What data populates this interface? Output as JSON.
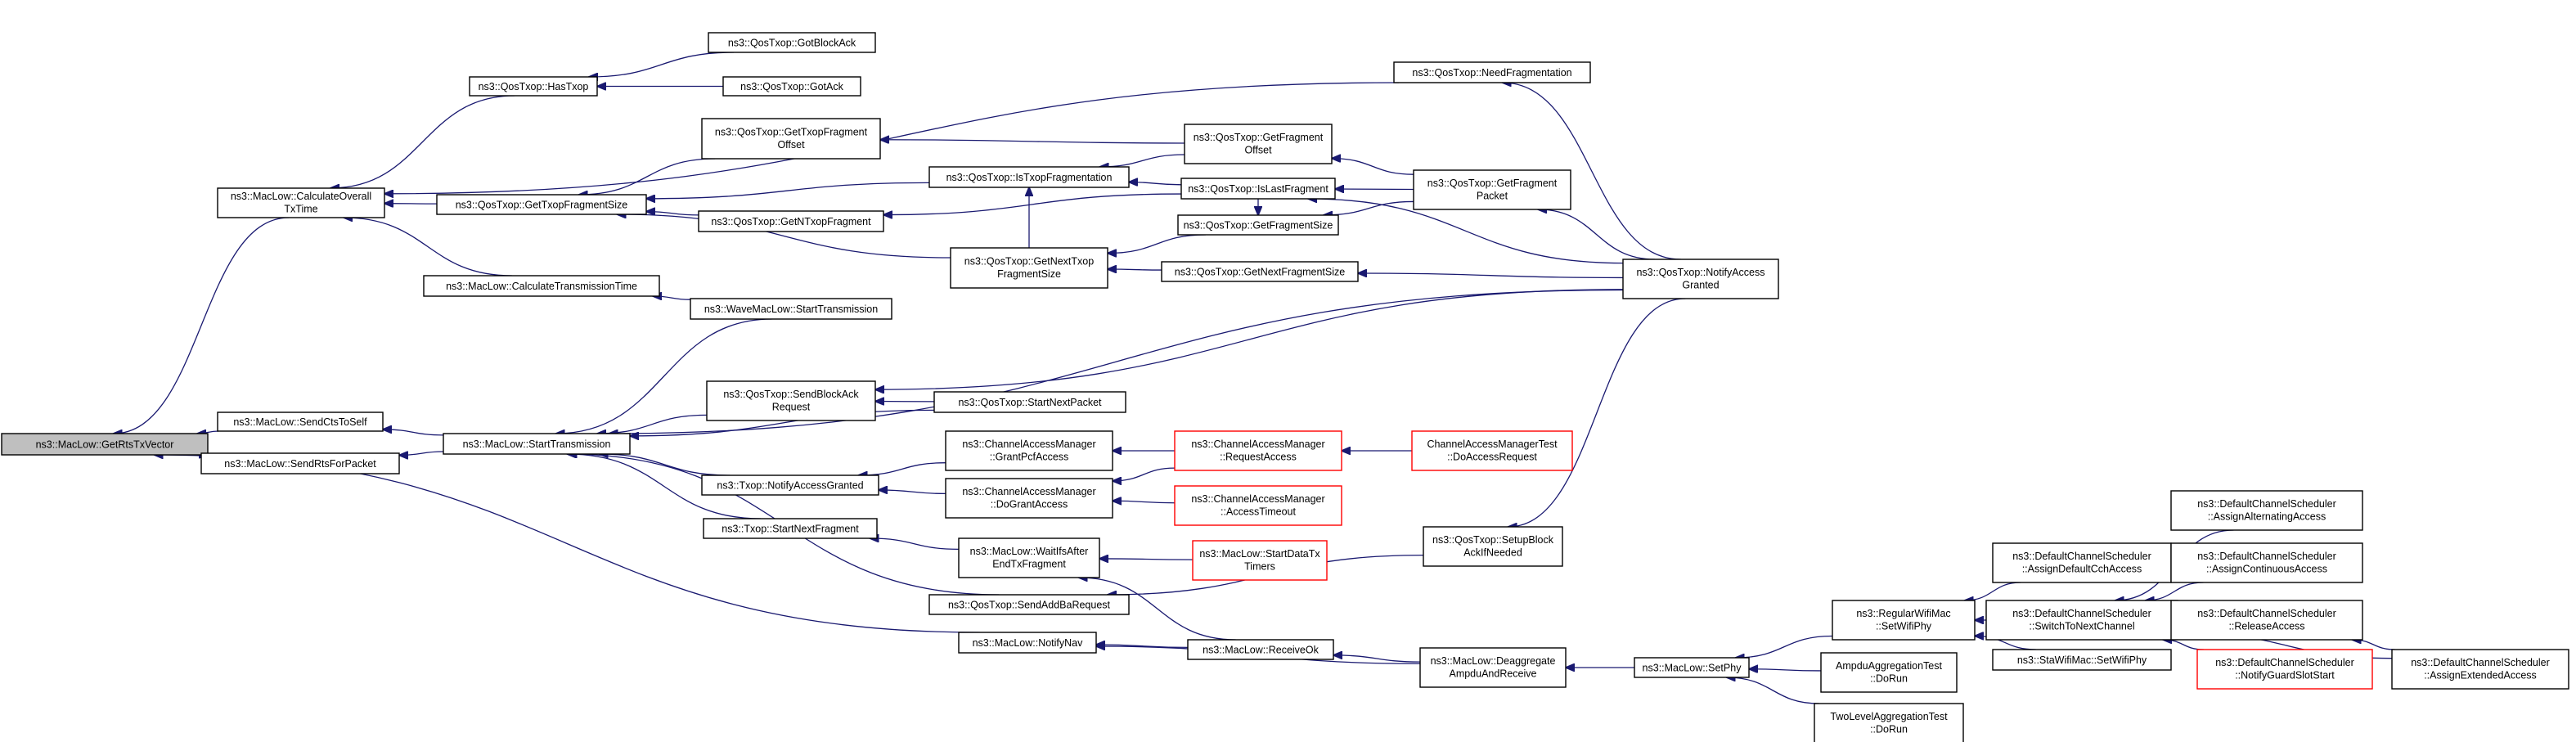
{
  "colors": {
    "edge": "#191970",
    "root_fill": "#bfbfbf",
    "truncated_border": "#ff0000",
    "border": "#000000"
  },
  "nodes": {
    "root": {
      "lines": [
        "ns3::MacLow::GetRtsTxVector"
      ]
    },
    "calc_overall": {
      "lines": [
        "ns3::MacLow::CalculateOverall",
        "TxTime"
      ]
    },
    "send_cts": {
      "lines": [
        "ns3::MacLow::SendCtsToSelf"
      ]
    },
    "send_rts": {
      "lines": [
        "ns3::MacLow::SendRtsForPacket"
      ]
    },
    "has_txop": {
      "lines": [
        "ns3::QosTxop::HasTxop"
      ]
    },
    "get_txop_frag_size": {
      "lines": [
        "ns3::QosTxop::GetTxopFragmentSize"
      ]
    },
    "calc_trans_time": {
      "lines": [
        "ns3::MacLow::CalculateTransmissionTime"
      ]
    },
    "start_transmission": {
      "lines": [
        "ns3::MacLow::StartTransmission"
      ]
    },
    "notify_nav": {
      "lines": [
        "ns3::MacLow::NotifyNav"
      ]
    },
    "got_block_ack": {
      "lines": [
        "ns3::QosTxop::GotBlockAck"
      ]
    },
    "got_ack": {
      "lines": [
        "ns3::QosTxop::GotAck"
      ]
    },
    "get_txop_frag_offset": {
      "lines": [
        "ns3::QosTxop::GetTxopFragment",
        "Offset"
      ]
    },
    "get_n_txop_frag": {
      "lines": [
        "ns3::QosTxop::GetNTxopFragment"
      ]
    },
    "wave_start_trans": {
      "lines": [
        "ns3::WaveMacLow::StartTransmission"
      ]
    },
    "send_block_ack_req": {
      "lines": [
        "ns3::QosTxop::SendBlockAck",
        "Request"
      ]
    },
    "txop_notify_access": {
      "lines": [
        "ns3::Txop::NotifyAccessGranted"
      ]
    },
    "txop_start_next_frag": {
      "lines": [
        "ns3::Txop::StartNextFragment"
      ]
    },
    "is_txop_frag": {
      "lines": [
        "ns3::QosTxop::IsTxopFragmentation"
      ]
    },
    "get_next_txop_frag_size": {
      "lines": [
        "ns3::QosTxop::GetNextTxop",
        "FragmentSize"
      ]
    },
    "start_next_packet": {
      "lines": [
        "ns3::QosTxop::StartNextPacket"
      ]
    },
    "cam_grant_pcf": {
      "lines": [
        "ns3::ChannelAccessManager",
        "::GrantPcfAccess"
      ]
    },
    "cam_do_grant": {
      "lines": [
        "ns3::ChannelAccessManager",
        "::DoGrantAccess"
      ]
    },
    "wait_ifs": {
      "lines": [
        "ns3::MacLow::WaitIfsAfter",
        "EndTxFragment"
      ]
    },
    "send_add_ba": {
      "lines": [
        "ns3::QosTxop::SendAddBaRequest"
      ]
    },
    "get_fragment_offset": {
      "lines": [
        "ns3::QosTxop::GetFragment",
        "Offset"
      ]
    },
    "is_last_fragment": {
      "lines": [
        "ns3::QosTxop::IsLastFragment"
      ]
    },
    "get_fragment_size": {
      "lines": [
        "ns3::QosTxop::GetFragmentSize"
      ]
    },
    "get_next_fragment_size": {
      "lines": [
        "ns3::QosTxop::GetNextFragmentSize"
      ]
    },
    "cam_request_access": {
      "lines": [
        "ns3::ChannelAccessManager",
        "::RequestAccess"
      ]
    },
    "cam_access_timeout": {
      "lines": [
        "ns3::ChannelAccessManager",
        "::AccessTimeout"
      ]
    },
    "start_data_tx_timers": {
      "lines": [
        "ns3::MacLow::StartDataTx",
        "Timers"
      ]
    },
    "receive_ok": {
      "lines": [
        "ns3::MacLow::ReceiveOk"
      ]
    },
    "need_fragmentation": {
      "lines": [
        "ns3::QosTxop::NeedFragmentation"
      ]
    },
    "get_fragment_packet": {
      "lines": [
        "ns3::QosTxop::GetFragment",
        "Packet"
      ]
    },
    "cam_test_do_access": {
      "lines": [
        "ChannelAccessManagerTest",
        "::DoAccessRequest"
      ]
    },
    "setup_block_ack": {
      "lines": [
        "ns3::QosTxop::SetupBlock",
        "AckIfNeeded"
      ]
    },
    "deaggregate": {
      "lines": [
        "ns3::MacLow::Deaggregate",
        "AmpduAndReceive"
      ]
    },
    "notify_access_granted": {
      "lines": [
        "ns3::QosTxop::NotifyAccess",
        "Granted"
      ]
    },
    "set_phy": {
      "lines": [
        "ns3::MacLow::SetPhy"
      ]
    },
    "regular_set_wifi_phy": {
      "lines": [
        "ns3::RegularWifiMac",
        "::SetWifiPhy"
      ]
    },
    "ampdu_test": {
      "lines": [
        "AmpduAggregationTest",
        "::DoRun"
      ]
    },
    "two_level_test": {
      "lines": [
        "TwoLevelAggregationTest",
        "::DoRun"
      ]
    },
    "assign_default_cch": {
      "lines": [
        "ns3::DefaultChannelScheduler",
        "::AssignDefaultCchAccess"
      ]
    },
    "switch_next_channel": {
      "lines": [
        "ns3::DefaultChannelScheduler",
        "::SwitchToNextChannel"
      ]
    },
    "sta_set_wifi_phy": {
      "lines": [
        "ns3::StaWifiMac::SetWifiPhy"
      ]
    },
    "assign_alternating": {
      "lines": [
        "ns3::DefaultChannelScheduler",
        "::AssignAlternatingAccess"
      ]
    },
    "assign_continuous": {
      "lines": [
        "ns3::DefaultChannelScheduler",
        "::AssignContinuousAccess"
      ]
    },
    "release_access": {
      "lines": [
        "ns3::DefaultChannelScheduler",
        "::ReleaseAccess"
      ]
    },
    "notify_guard_slot": {
      "lines": [
        "ns3::DefaultChannelScheduler",
        "::NotifyGuardSlotStart"
      ]
    },
    "assign_extended": {
      "lines": [
        "ns3::DefaultChannelScheduler",
        "::AssignExtendedAccess"
      ]
    }
  }
}
